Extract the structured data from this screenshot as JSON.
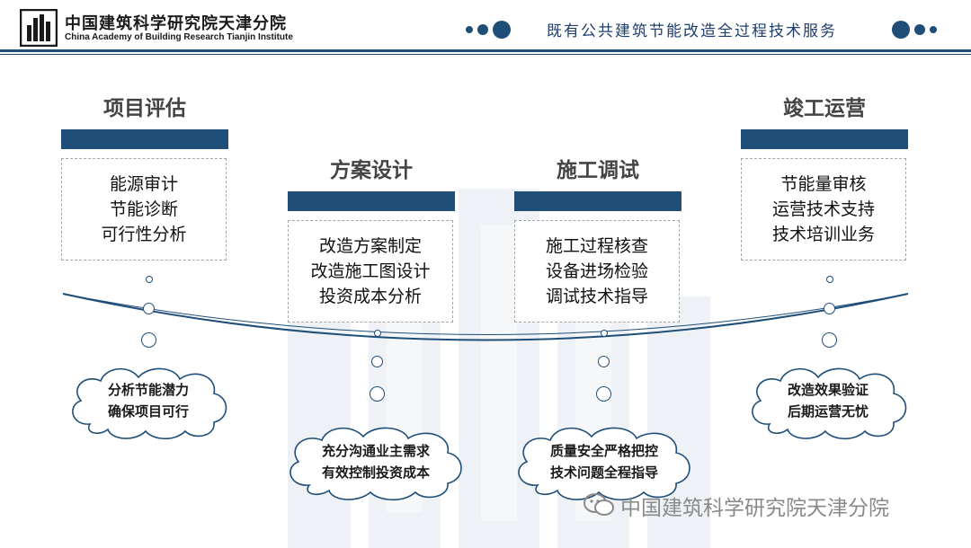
{
  "header": {
    "org_name_cn": "中国建筑科学研究院天津分院",
    "org_name_en": "China Academy of Building Research Tianjin Institute",
    "title": "既有公共建筑节能改造全过程技术服务"
  },
  "stages": [
    {
      "title": "项目评估",
      "items": [
        "能源审计",
        "节能诊断",
        "可行性分析"
      ],
      "cloud": [
        "分析节能潜力",
        "确保项目可行"
      ]
    },
    {
      "title": "方案设计",
      "items": [
        "改造方案制定",
        "改造施工图设计",
        "投资成本分析"
      ],
      "cloud": [
        "充分沟通业主需求",
        "有效控制投资成本"
      ]
    },
    {
      "title": "施工调试",
      "items": [
        "施工过程核查",
        "设备进场检验",
        "调试技术指导"
      ],
      "cloud": [
        "质量安全严格把控",
        "技术问题全程指导"
      ]
    },
    {
      "title": "竣工运营",
      "items": [
        "节能量审核",
        "运营技术支持",
        "技术培训业务"
      ],
      "cloud": [
        "改造效果验证",
        "后期运营无忧"
      ]
    }
  ],
  "footer": {
    "watermark": "中国建筑科学研究院天津分院"
  },
  "colors": {
    "primary": "#1f4e79",
    "title_text": "#444444",
    "box_border": "#a6a6a6"
  },
  "icons": [
    "building-logo-icon",
    "wechat-icon"
  ]
}
